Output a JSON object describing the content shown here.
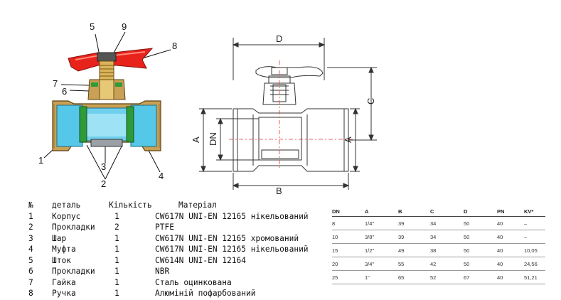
{
  "callouts": [
    "5",
    "9",
    "8",
    "7",
    "6",
    "1",
    "3",
    "2",
    "4"
  ],
  "dimensions": {
    "D": "D",
    "C": "C",
    "A_left": "A",
    "DN": "DN",
    "A_right": "A",
    "B": "B"
  },
  "parts_table": {
    "headers": [
      "№",
      "деталь",
      "Кількість",
      "Матеріал"
    ],
    "rows": [
      [
        "1",
        "Корпус",
        "1",
        "CW617N UNI-EN 12165 нікельований"
      ],
      [
        "2",
        "Прокладки",
        "2",
        "PTFE"
      ],
      [
        "3",
        "Шар",
        "1",
        "CW617N UNI-EN 12165 хромований"
      ],
      [
        "4",
        "Муфта",
        "1",
        "CW617N UNI-EN 12165 нікельований"
      ],
      [
        "5",
        "Шток",
        "1",
        "CW614N UNI-EN 12164"
      ],
      [
        "6",
        "Прокладки",
        "1",
        "NBR"
      ],
      [
        "7",
        "Гайка",
        "1",
        "Сталь оцинкована"
      ],
      [
        "8",
        "Ручка",
        "1",
        "Алюміній пофарбований"
      ]
    ]
  },
  "spec_table": {
    "headers": [
      "DN",
      "A",
      "B",
      "C",
      "D",
      "PN",
      "KV*"
    ],
    "rows": [
      [
        "8",
        "1/4\"",
        "39",
        "34",
        "50",
        "40",
        "–"
      ],
      [
        "10",
        "3/8\"",
        "39",
        "34",
        "50",
        "40",
        "–"
      ],
      [
        "15",
        "1/2\"",
        "49",
        "38",
        "50",
        "40",
        "10,05"
      ],
      [
        "20",
        "3/4\"",
        "55",
        "42",
        "50",
        "40",
        "24,56"
      ],
      [
        "25",
        "1\"",
        "65",
        "52",
        "67",
        "40",
        "51,21"
      ]
    ]
  },
  "colors": {
    "handle": "#e8231c",
    "body": "#c9a055",
    "insert": "#55c7e8",
    "seal": "#2e9a3a",
    "line": "#333333"
  }
}
